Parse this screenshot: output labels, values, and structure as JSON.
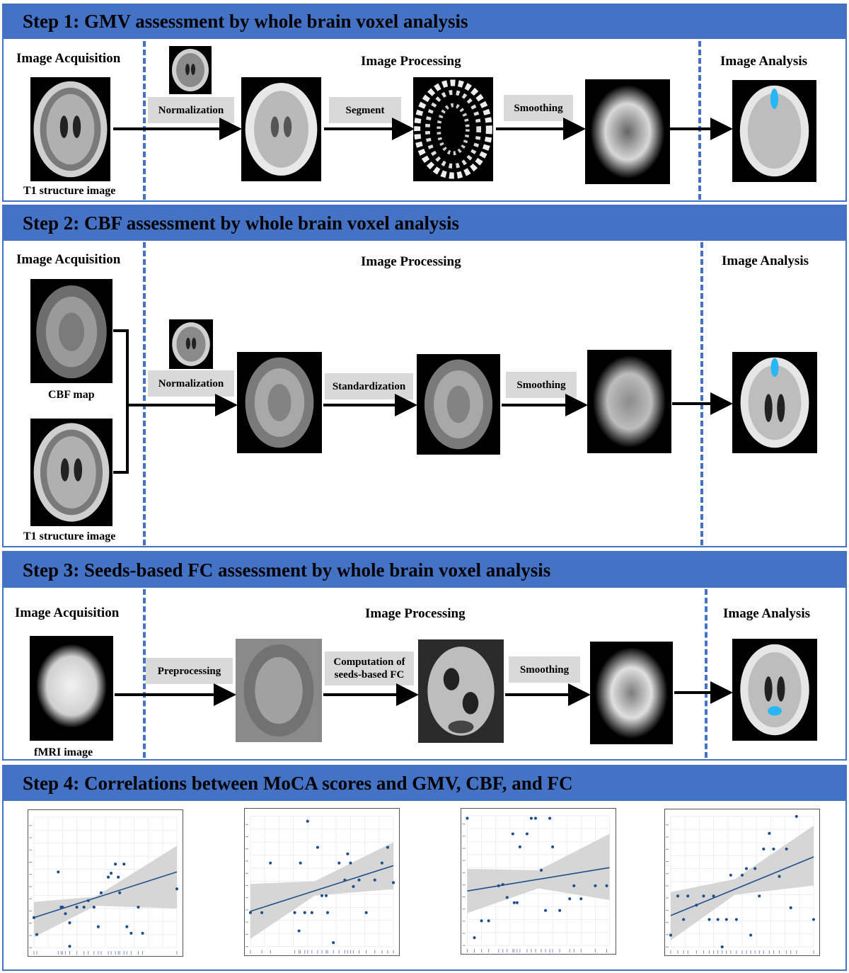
{
  "step1": {
    "title": "Step 1: GMV assessment by whole brain voxel analysis",
    "acq": "Image Acquisition",
    "proc": "Image Processing",
    "ana": "Image Analysis",
    "caption": "T1 structure image",
    "labels": [
      "Normalization",
      "Segment",
      "Smoothing"
    ]
  },
  "step2": {
    "title": "Step 2: CBF assessment by whole brain voxel analysis",
    "acq": "Image Acquisition",
    "proc": "Image Processing",
    "ana": "Image Analysis",
    "caption_cbf": "CBF map",
    "caption_t1": "T1 structure image",
    "labels": [
      "Normalization",
      "Standardization",
      "Smoothing"
    ]
  },
  "step3": {
    "title": "Step 3: Seeds-based FC assessment by whole brain voxel analysis",
    "acq": "Image Acquisition",
    "proc": "Image Processing",
    "ana": "Image Analysis",
    "caption": "fMRI image",
    "labels": [
      "Preprocessing",
      "Computation of\nseeds-based FC",
      "Smoothing"
    ]
  },
  "step4": {
    "title": "Step 4: Correlations between MoCA scores and GMV, CBF, and FC"
  },
  "colors": {
    "accent": "#4472c4",
    "point": "#1f4e8c",
    "band": "#cfcfcf",
    "highlight": "#29b6f6"
  },
  "chart_data": [
    {
      "type": "scatter",
      "ylim": [
        0,
        10
      ],
      "xlim": [
        0,
        10
      ],
      "x": [
        0.0,
        0.2,
        1.7,
        1.9,
        2.0,
        2.2,
        2.5,
        2.5,
        3.0,
        3.5,
        3.8,
        4.2,
        4.5,
        4.7,
        5.2,
        5.4,
        5.7,
        5.9,
        6.0,
        6.3,
        6.5,
        6.8,
        7.3,
        7.6,
        10.0
      ],
      "y": [
        2.3,
        1.0,
        5.8,
        3.1,
        3.1,
        2.6,
        1.9,
        0.1,
        3.1,
        3.1,
        3.6,
        3.1,
        1.6,
        4.2,
        5.4,
        5.7,
        6.4,
        5.4,
        4.2,
        6.4,
        1.6,
        1.1,
        3.1,
        1.1,
        4.5
      ],
      "fit": [
        [
          0,
          2.3
        ],
        [
          10,
          5.8
        ]
      ],
      "band_lo": [
        [
          0,
          0.8
        ],
        [
          4.3,
          3.2
        ],
        [
          10,
          3.0
        ]
      ],
      "band_hi": [
        [
          0,
          3.5
        ],
        [
          4.3,
          3.9
        ],
        [
          10,
          7.8
        ]
      ]
    },
    {
      "type": "scatter",
      "ylim": [
        0,
        10
      ],
      "xlim": [
        0,
        10
      ],
      "x": [
        0.0,
        0.8,
        1.4,
        3.1,
        3.4,
        3.5,
        3.8,
        4.0,
        4.3,
        4.7,
        5.0,
        5.3,
        5.4,
        5.8,
        6.2,
        6.6,
        6.8,
        7.0,
        7.2,
        7.6,
        8.1,
        8.7,
        9.2,
        9.6,
        10.0
      ],
      "y": [
        2.6,
        2.6,
        6.4,
        2.6,
        1.2,
        6.4,
        2.6,
        9.6,
        2.6,
        7.6,
        3.9,
        3.9,
        2.6,
        0.3,
        6.4,
        5.1,
        7.1,
        6.4,
        4.6,
        5.1,
        2.6,
        5.1,
        6.4,
        7.6,
        4.9
      ],
      "fit": [
        [
          0,
          2.7
        ],
        [
          10,
          6.2
        ]
      ],
      "band_lo": [
        [
          0,
          0.6
        ],
        [
          4.5,
          3.9
        ],
        [
          10,
          4.4
        ]
      ],
      "band_hi": [
        [
          0,
          4.8
        ],
        [
          4.5,
          5.0
        ],
        [
          10,
          8.0
        ]
      ]
    },
    {
      "type": "scatter",
      "ylim": [
        0,
        10
      ],
      "xlim": [
        0,
        10
      ],
      "x": [
        0.0,
        0.5,
        1.0,
        1.5,
        2.2,
        2.5,
        2.8,
        3.2,
        3.3,
        3.5,
        3.7,
        4.2,
        4.5,
        4.8,
        5.2,
        5.5,
        5.8,
        6.0,
        6.5,
        7.2,
        7.5,
        8.0,
        9.0,
        9.8
      ],
      "y": [
        9.8,
        0.6,
        1.9,
        1.9,
        4.6,
        4.7,
        3.7,
        8.6,
        3.3,
        3.3,
        7.6,
        8.6,
        9.8,
        9.8,
        5.8,
        2.7,
        9.8,
        7.6,
        2.7,
        3.6,
        4.6,
        3.6,
        4.6,
        4.6
      ],
      "fit": [
        [
          0,
          4.2
        ],
        [
          10,
          6.0
        ]
      ],
      "band_lo": [
        [
          0,
          2.5
        ],
        [
          5,
          4.4
        ],
        [
          10,
          3.5
        ]
      ],
      "band_hi": [
        [
          0,
          5.9
        ],
        [
          5,
          5.8
        ],
        [
          10,
          8.6
        ]
      ]
    },
    {
      "type": "scatter",
      "ylim": [
        0,
        10
      ],
      "xlim": [
        0,
        10
      ],
      "x": [
        0.0,
        0.5,
        0.9,
        1.2,
        1.8,
        2.3,
        2.7,
        3.0,
        3.3,
        3.6,
        3.9,
        4.2,
        4.6,
        5.0,
        5.3,
        5.6,
        5.9,
        6.2,
        6.5,
        6.9,
        7.2,
        7.6,
        8.1,
        8.4,
        8.8,
        10.0
      ],
      "y": [
        0.9,
        3.9,
        2.1,
        3.9,
        3.2,
        3.9,
        2.1,
        3.9,
        2.1,
        0.0,
        2.1,
        5.5,
        2.1,
        5.5,
        6.0,
        0.9,
        6.0,
        3.9,
        7.5,
        8.7,
        7.5,
        5.4,
        7.5,
        3.0,
        10.0,
        2.1
      ],
      "fit": [
        [
          0,
          2.4
        ],
        [
          10,
          6.9
        ]
      ],
      "band_lo": [
        [
          0,
          0.5
        ],
        [
          4.5,
          4.0
        ],
        [
          10,
          4.7
        ]
      ],
      "band_hi": [
        [
          0,
          4.2
        ],
        [
          4.5,
          5.2
        ],
        [
          10,
          9.3
        ]
      ]
    }
  ]
}
